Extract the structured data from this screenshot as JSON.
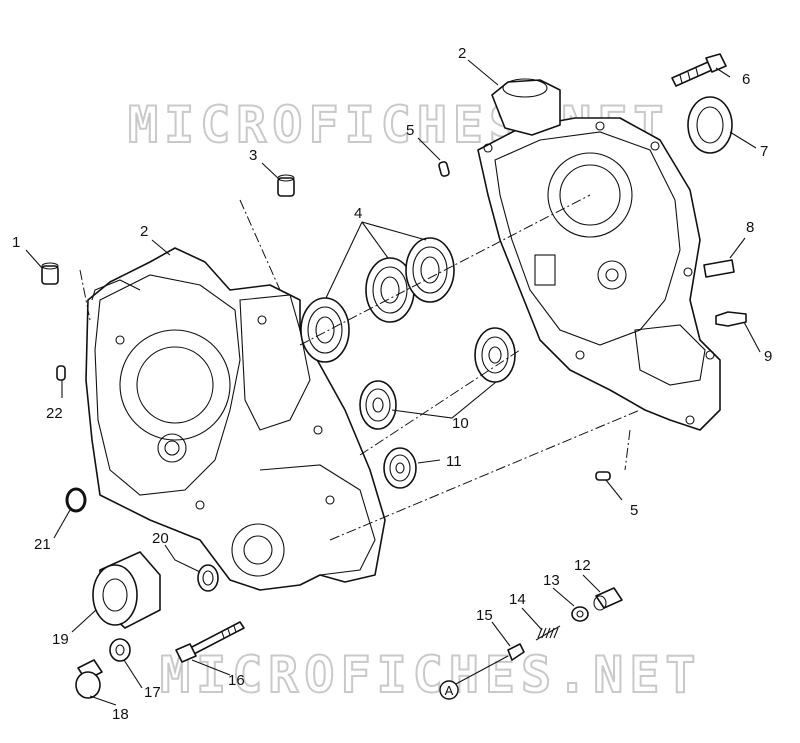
{
  "watermark": {
    "text": "MICROFICHES.NET"
  },
  "callouts": [
    {
      "id": "c1",
      "text": "1"
    },
    {
      "id": "c2a",
      "text": "2"
    },
    {
      "id": "c2b",
      "text": "2"
    },
    {
      "id": "c3",
      "text": "3"
    },
    {
      "id": "c4",
      "text": "4"
    },
    {
      "id": "c5a",
      "text": "5"
    },
    {
      "id": "c5b",
      "text": "5"
    },
    {
      "id": "c6",
      "text": "6"
    },
    {
      "id": "c7",
      "text": "7"
    },
    {
      "id": "c8",
      "text": "8"
    },
    {
      "id": "c9",
      "text": "9"
    },
    {
      "id": "c10",
      "text": "10"
    },
    {
      "id": "c11",
      "text": "11"
    },
    {
      "id": "c12",
      "text": "12"
    },
    {
      "id": "c13",
      "text": "13"
    },
    {
      "id": "c14",
      "text": "14"
    },
    {
      "id": "c15",
      "text": "15"
    },
    {
      "id": "c16",
      "text": "16"
    },
    {
      "id": "c17",
      "text": "17"
    },
    {
      "id": "c18",
      "text": "18"
    },
    {
      "id": "c19",
      "text": "19"
    },
    {
      "id": "c20",
      "text": "20"
    },
    {
      "id": "c21",
      "text": "21"
    },
    {
      "id": "c22",
      "text": "22"
    }
  ],
  "reference_marker": {
    "text": "A"
  }
}
